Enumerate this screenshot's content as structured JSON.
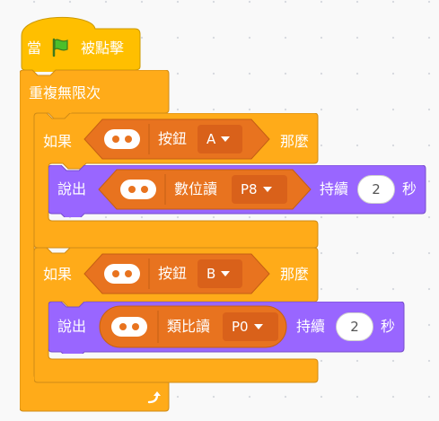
{
  "event_block": {
    "when_label": "當",
    "clicked_label": "被點擊",
    "flag_icon": "green-flag-icon"
  },
  "forever_block": {
    "label": "重複無限次",
    "loop_icon": "loop-arrow-icon"
  },
  "if_block_1": {
    "if_label": "如果",
    "then_label": "那麼",
    "condition": {
      "label": "按鈕",
      "dropdown_value": "A"
    },
    "say_block": {
      "say_label": "說出",
      "reporter_label": "數位讀",
      "pin_value": "P8",
      "duration_label": "持續",
      "duration_value": "2",
      "seconds_label": "秒"
    }
  },
  "if_block_2": {
    "if_label": "如果",
    "then_label": "那麼",
    "condition": {
      "label": "按鈕",
      "dropdown_value": "B"
    },
    "say_block": {
      "say_label": "說出",
      "reporter_label": "類比讀",
      "pin_value": "P0",
      "duration_label": "持續",
      "duration_value": "2",
      "seconds_label": "秒"
    }
  },
  "colors": {
    "event": "#ffbf00",
    "control": "#ffab19",
    "microbit": "#e8731f",
    "looks": "#9966ff",
    "dropdown": "#d9611a"
  }
}
